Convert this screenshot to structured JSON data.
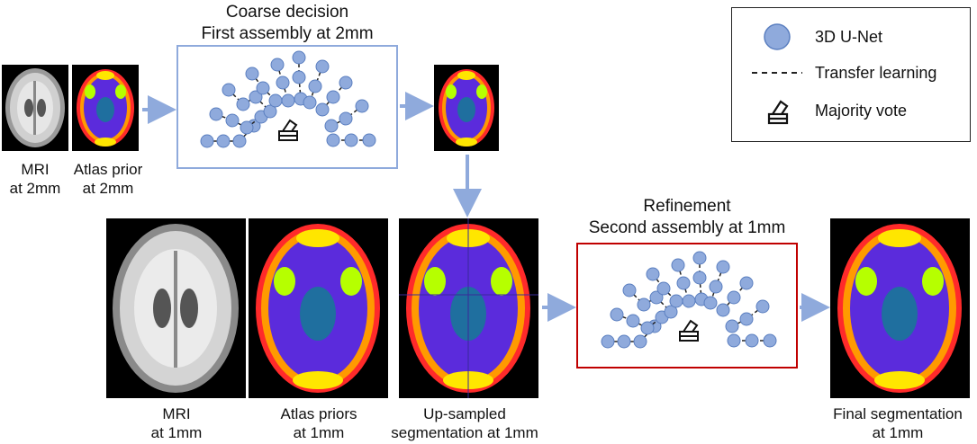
{
  "stage1": {
    "title_line1": "Coarse decision",
    "title_line2": "First assembly at 2mm",
    "mri_label_line1": "MRI",
    "mri_label_line2": "at 2mm",
    "atlas_label_line1": "Atlas prior",
    "atlas_label_line2": "at 2mm"
  },
  "stage2": {
    "title_line1": "Refinement",
    "title_line2": "Second assembly at 1mm",
    "mri_label_line1": "MRI",
    "mri_label_line2": "at 1mm",
    "atlas_label_line1": "Atlas priors",
    "atlas_label_line2": "at 1mm",
    "upsampled_label_line1": "Up-sampled",
    "upsampled_label_line2": "segmentation at 1mm",
    "final_label_line1": "Final segmentation",
    "final_label_line2": "at 1mm"
  },
  "legend": {
    "unet": "3D U-Net",
    "transfer": "Transfer learning",
    "vote": "Majority vote"
  },
  "colors": {
    "node_fill": "#8faadc",
    "node_stroke": "#5b7fc0",
    "assembly1_border": "#8faadc",
    "assembly2_border": "#c00000",
    "arrow": "#8faadc"
  }
}
